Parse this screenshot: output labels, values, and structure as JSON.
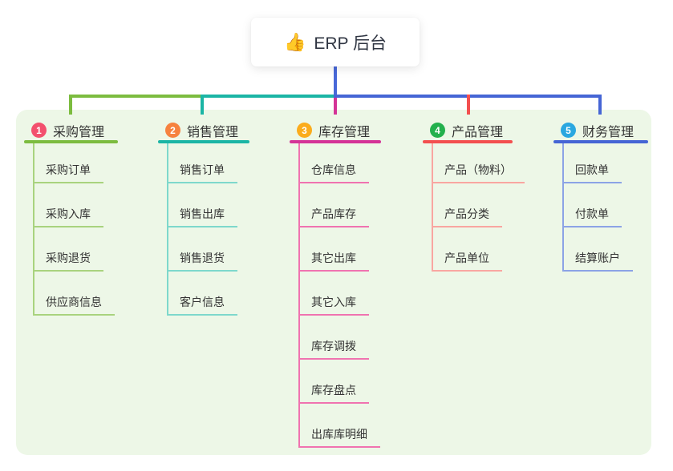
{
  "root": {
    "title": "ERP 后台",
    "icon": "thumbs-up",
    "icon_glyph": "👍"
  },
  "colors": {
    "canvas_bg": "#FFFFFF",
    "panel_bg": "#EDF7E7",
    "stem": "#4868D8",
    "text": "#333333"
  },
  "branches": [
    {
      "num": "1",
      "label": "采购管理",
      "badge_color": "#F3506E",
      "line_color": "#7CBC3F",
      "child_line_color": "#A9D37E",
      "children": [
        "采购订单",
        "采购入库",
        "采购退货",
        "供应商信息"
      ]
    },
    {
      "num": "2",
      "label": "销售管理",
      "badge_color": "#F6823F",
      "line_color": "#1BB5A5",
      "child_line_color": "#7ED8CC",
      "children": [
        "销售订单",
        "销售出库",
        "销售退货",
        "客户信息"
      ]
    },
    {
      "num": "3",
      "label": "库存管理",
      "badge_color": "#FBAC1C",
      "line_color": "#D43397",
      "child_line_color": "#F073B0",
      "children": [
        "仓库信息",
        "产品库存",
        "其它出库",
        "其它入库",
        "库存调拨",
        "库存盘点",
        "出库库明细"
      ]
    },
    {
      "num": "4",
      "label": "产品管理",
      "badge_color": "#23B04D",
      "line_color": "#F34F4F",
      "child_line_color": "#F9A6A1",
      "children": [
        "产品（物料）",
        "产品分类",
        "产品单位"
      ]
    },
    {
      "num": "5",
      "label": "财务管理",
      "badge_color": "#2AA7E0",
      "line_color": "#4565D5",
      "child_line_color": "#8CA3E6",
      "children": [
        "回款单",
        "付款单",
        "结算账户"
      ]
    }
  ]
}
